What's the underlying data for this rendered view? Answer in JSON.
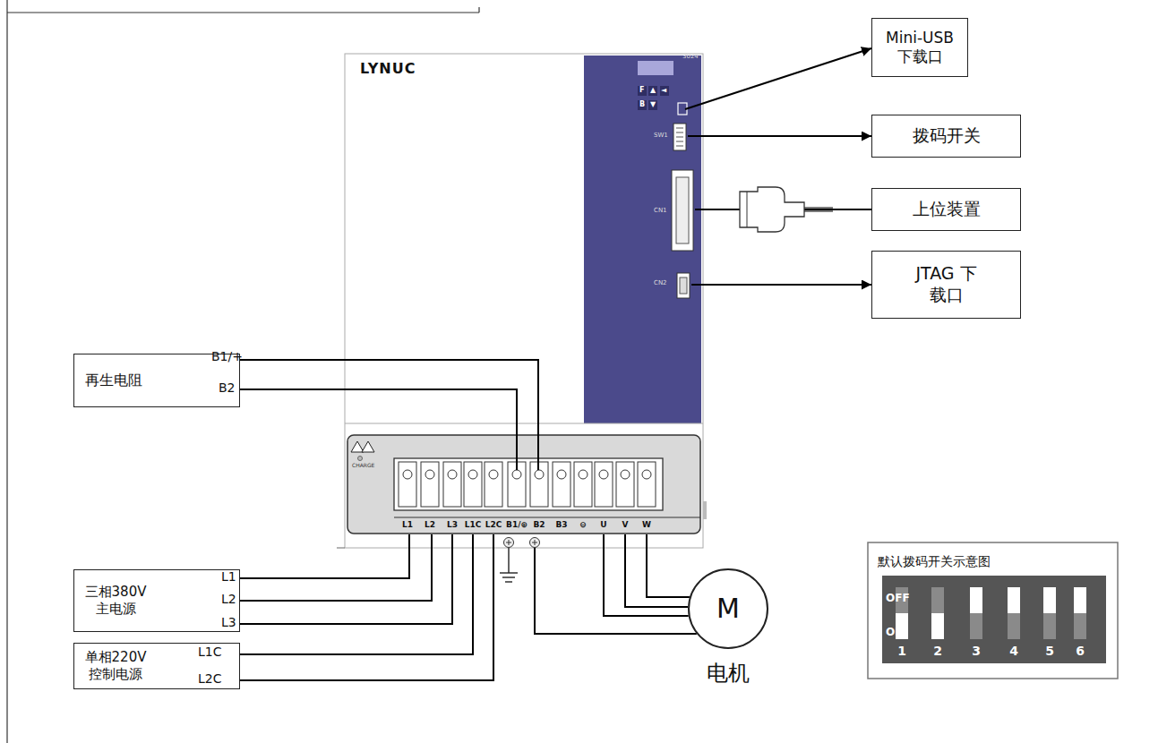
{
  "diagram": {
    "nodes": [
      {
        "text": [
          "LYNUC"
        ]
      },
      {
        "text": [
          "Mini-USB 下载口"
        ]
      },
      {
        "text": [
          "拨码开关"
        ]
      },
      {
        "text": [
          "上位装置"
        ]
      },
      {
        "text": [
          "JTAG 下载口"
        ]
      },
      {
        "text": [
          "再生电阻"
        ]
      },
      {
        "text": [
          "三相380V 主电源"
        ]
      },
      {
        "text": [
          "单相220V 控制电源"
        ]
      },
      {
        "text": [
          "M",
          "电机"
        ]
      },
      {
        "text": [
          "默认拨码开关示意图"
        ]
      }
    ],
    "edges": [
      {
        "from": 0,
        "to": 1,
        "arrow": "to"
      },
      {
        "from": 0,
        "to": 2,
        "arrow": "to"
      },
      {
        "from": 0,
        "to": 3,
        "arrow": "none"
      },
      {
        "from": 0,
        "to": 4,
        "arrow": "to"
      },
      {
        "from": 5,
        "to": 0,
        "arrow": "none"
      },
      {
        "from": 5,
        "to": 0,
        "arrow": "none"
      },
      {
        "from": 6,
        "to": 0,
        "arrow": "none"
      },
      {
        "from": 6,
        "to": 0,
        "arrow": "none"
      },
      {
        "from": 6,
        "to": 0,
        "arrow": "none"
      },
      {
        "from": 7,
        "to": 0,
        "arrow": "none"
      },
      {
        "from": 7,
        "to": 0,
        "arrow": "none"
      },
      {
        "from": 0,
        "to": 8,
        "arrow": "none"
      },
      {
        "from": 0,
        "to": 8,
        "arrow": "none"
      },
      {
        "from": 0,
        "to": 8,
        "arrow": "none"
      },
      {
        "from": 0,
        "to": 8,
        "arrow": "none"
      }
    ],
    "labels": [
      "3024",
      "F",
      "▲",
      "◄",
      "B",
      "▼",
      "SW1",
      "CN1",
      "CN2",
      "CHARGE",
      "L1",
      "L2",
      "L3",
      "L1C",
      "L2C",
      "B1/⊕",
      "B2",
      "B3",
      "⊖",
      "U",
      "V",
      "W",
      "B1/+",
      "B2",
      "L1",
      "L2",
      "L3",
      "L1C",
      "L2C",
      "OFF",
      "ON",
      "1",
      "2",
      "3",
      "4",
      "5",
      "6"
    ]
  }
}
